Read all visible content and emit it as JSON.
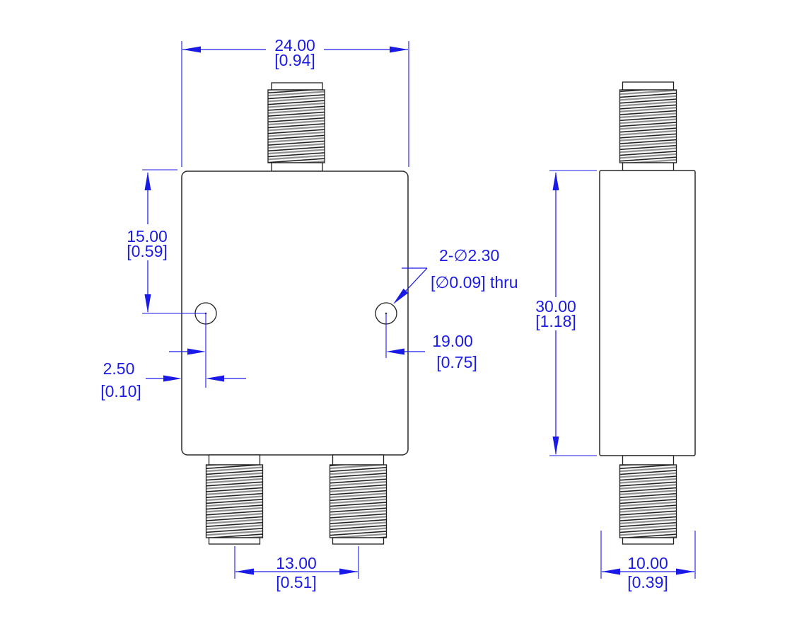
{
  "drawing": {
    "type": "mechanical-dimension-drawing",
    "colors": {
      "dimension_blue": "#1a1ae6",
      "outline_dark": "#2a2a2a",
      "background": "#ffffff"
    },
    "dimensions": {
      "body_width": {
        "mm": "24.00",
        "inch": "[0.94]"
      },
      "hole_vertical_offset": {
        "mm": "15.00",
        "inch": "[0.59]"
      },
      "hole_edge_offset": {
        "mm": "2.50",
        "inch": "[0.10]"
      },
      "hole_callout": {
        "line1": "2-∅2.30",
        "line2": "[∅0.09] thru"
      },
      "hole_spacing": {
        "mm": "19.00",
        "inch": "[0.75]"
      },
      "body_height": {
        "mm": "30.00",
        "inch": "[1.18]"
      },
      "connector_spacing": {
        "mm": "13.00",
        "inch": "[0.51]"
      },
      "body_depth": {
        "mm": "10.00",
        "inch": "[0.39]"
      }
    }
  }
}
